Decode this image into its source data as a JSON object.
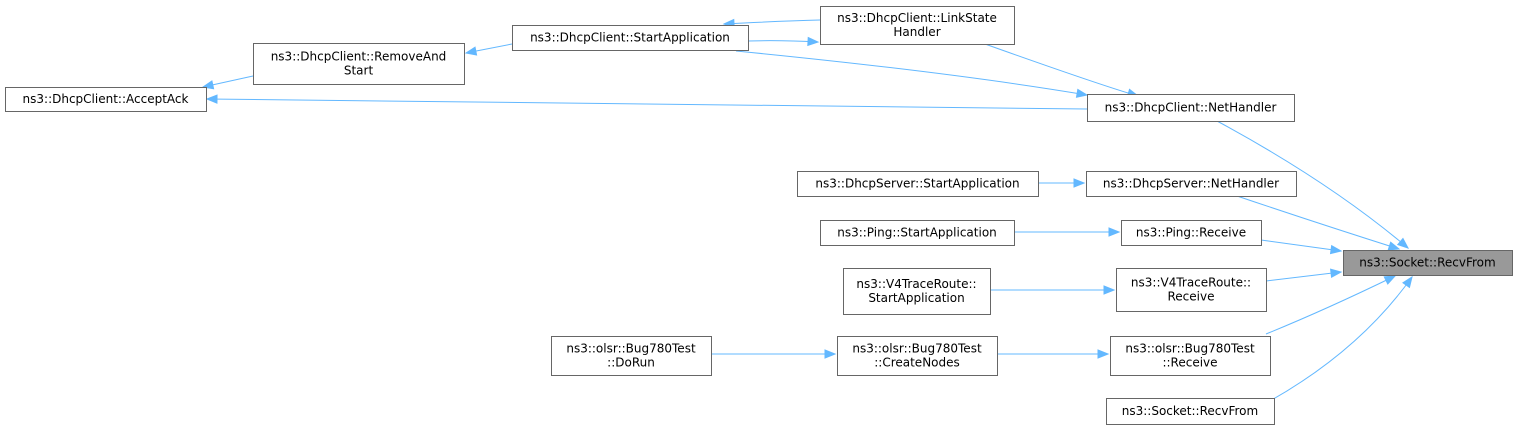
{
  "graph": {
    "nodes": [
      {
        "id": "socket-recvfrom-main",
        "lines": [
          "ns3::Socket::RecvFrom"
        ],
        "highlight": true
      },
      {
        "id": "dhcpclient-netandler",
        "lines": [
          "ns3::DhcpClient::NetHandler"
        ]
      },
      {
        "id": "dhcpclient-linkstate",
        "lines": [
          "ns3::DhcpClient::LinkState",
          "Handler"
        ]
      },
      {
        "id": "dhcpclient-startapplication",
        "lines": [
          "ns3::DhcpClient::StartApplication"
        ]
      },
      {
        "id": "dhcpclient-removeandstart",
        "lines": [
          "ns3::DhcpClient::RemoveAnd",
          "Start"
        ]
      },
      {
        "id": "dhcpclient-acceptack",
        "lines": [
          "ns3::DhcpClient::AcceptAck"
        ]
      },
      {
        "id": "dhcpserver-nethandler",
        "lines": [
          "ns3::DhcpServer::NetHandler"
        ]
      },
      {
        "id": "dhcpserver-startapplication",
        "lines": [
          "ns3::DhcpServer::StartApplication"
        ]
      },
      {
        "id": "ping-receive",
        "lines": [
          "ns3::Ping::Receive"
        ]
      },
      {
        "id": "ping-startapplication",
        "lines": [
          "ns3::Ping::StartApplication"
        ]
      },
      {
        "id": "v4traceroute-receive",
        "lines": [
          "ns3::V4TraceRoute::",
          "Receive"
        ]
      },
      {
        "id": "v4traceroute-startapplication",
        "lines": [
          "ns3::V4TraceRoute::",
          "StartApplication"
        ]
      },
      {
        "id": "bug780test-receive",
        "lines": [
          "ns3::olsr::Bug780Test",
          "::Receive"
        ]
      },
      {
        "id": "bug780test-createnodes",
        "lines": [
          "ns3::olsr::Bug780Test",
          "::CreateNodes"
        ]
      },
      {
        "id": "bug780test-dorun",
        "lines": [
          "ns3::olsr::Bug780Test",
          "::DoRun"
        ]
      },
      {
        "id": "socket-recvfrom-overload",
        "lines": [
          "ns3::Socket::RecvFrom"
        ]
      }
    ],
    "edges": [
      {
        "from": "dhcpclient-netandler",
        "to": "socket-recvfrom-main"
      },
      {
        "from": "dhcpserver-nethandler",
        "to": "socket-recvfrom-main"
      },
      {
        "from": "ping-receive",
        "to": "socket-recvfrom-main"
      },
      {
        "from": "v4traceroute-receive",
        "to": "socket-recvfrom-main"
      },
      {
        "from": "bug780test-receive",
        "to": "socket-recvfrom-main"
      },
      {
        "from": "socket-recvfrom-overload",
        "to": "socket-recvfrom-main"
      },
      {
        "from": "dhcpclient-linkstate",
        "to": "dhcpclient-netandler"
      },
      {
        "from": "dhcpclient-startapplication",
        "to": "dhcpclient-netandler"
      },
      {
        "from": "dhcpclient-netandler",
        "to": "dhcpclient-acceptack"
      },
      {
        "from": "dhcpclient-removeandstart",
        "to": "dhcpclient-acceptack"
      },
      {
        "from": "dhcpclient-startapplication",
        "to": "dhcpclient-removeandstart"
      },
      {
        "from": "dhcpclient-startapplication",
        "to": "dhcpclient-linkstate"
      },
      {
        "from": "dhcpclient-linkstate",
        "to": "dhcpclient-startapplication"
      },
      {
        "from": "dhcpserver-startapplication",
        "to": "dhcpserver-nethandler"
      },
      {
        "from": "ping-startapplication",
        "to": "ping-receive"
      },
      {
        "from": "v4traceroute-startapplication",
        "to": "v4traceroute-receive"
      },
      {
        "from": "bug780test-createnodes",
        "to": "bug780test-receive"
      },
      {
        "from": "bug780test-dorun",
        "to": "bug780test-createnodes"
      }
    ]
  }
}
